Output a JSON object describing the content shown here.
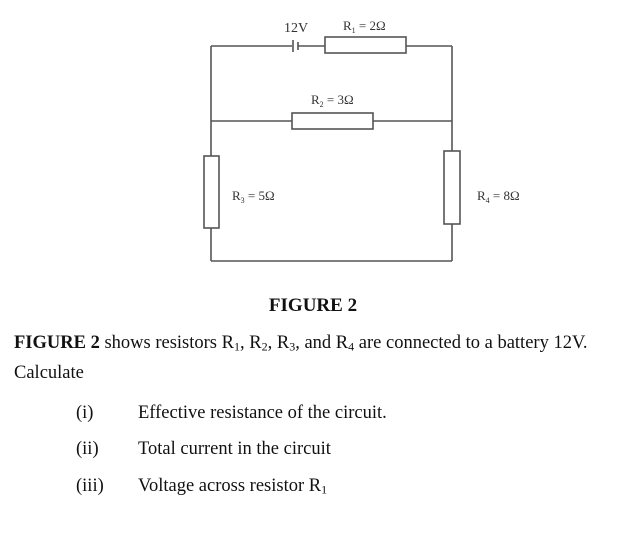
{
  "figure": {
    "battery_label": "12V",
    "resistors": [
      {
        "name": "R",
        "sub": "1",
        "value": "2Ω"
      },
      {
        "name": "R",
        "sub": "2",
        "value": "3Ω"
      },
      {
        "name": "R",
        "sub": "3",
        "value": "5Ω"
      },
      {
        "name": "R",
        "sub": "4",
        "value": "8Ω"
      }
    ],
    "caption": "FIGURE 2"
  },
  "question": {
    "lead_bold": "FIGURE 2",
    "text_1": " shows resistors R",
    "s1": "1",
    "text_2": ", R",
    "s2": "2",
    "text_3": ", R",
    "s3": "3",
    "text_4": ", and R",
    "s4": "4",
    "text_5": " are connected to a battery 12V. Calculate",
    "items": [
      {
        "num": "(i)",
        "text": "Effective resistance of the circuit."
      },
      {
        "num": "(ii)",
        "text": "Total current in the circuit"
      },
      {
        "num": "(iii)",
        "text": "Voltage across resistor R",
        "sub": "1"
      }
    ]
  }
}
